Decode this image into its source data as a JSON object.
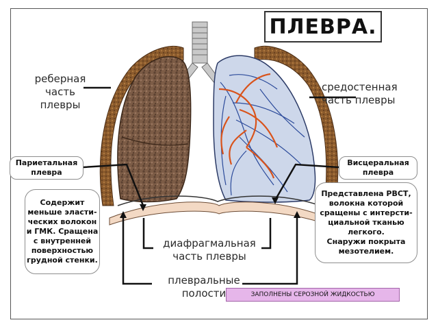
{
  "title": "ПЛЕВРА.",
  "labels": {
    "costal": "реберная\nчасть\nплевры",
    "mediastinal": "средостенная\nчасть плевры",
    "diaphragmatic": "диафрагмальная\nчасть плевры",
    "cavities": "плевральные\nполости"
  },
  "cards": {
    "parietal": "Париетальная\nплевра",
    "visceral": "Висцеральная\nплевра",
    "parietal_desc": "Содержит\nменьше эласти-\nческих волокон\nи ГМК. Сращена\nс внутренней\nповерхностью\nгрудной стенки.",
    "visceral_desc": "Представлена РВСТ,\nволокна которой\nсращены с интерсти-\nциальной тканью\nлегкого.\nСнаружи покрыта\nмезотелием."
  },
  "note": "ЗАПОЛНЕНЫ СЕРОЗНОЙ ЖИДКОСТЬЮ",
  "colors": {
    "lung_left": "#7a5a45",
    "lung_right": "#c7d2e6",
    "vessels": "#d9531b",
    "bronchi": "#2b4a9a",
    "rib_band": "#8a5a2c",
    "note_bg": "#e6b6ea"
  }
}
